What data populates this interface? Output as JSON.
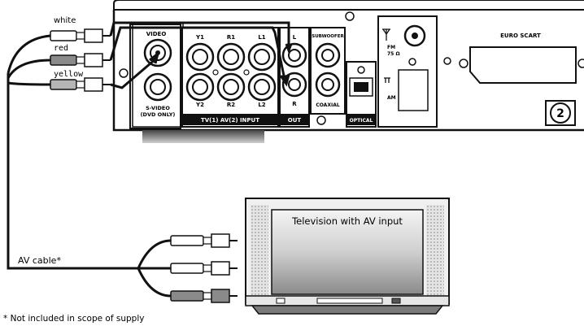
{
  "cables": {
    "white": "white",
    "red": "red",
    "yellow": "yellow",
    "av_cable": "AV cable*"
  },
  "footnote": "* Not included in scope of supply",
  "device": {
    "video_label": "VIDEO",
    "svideo_label_1": "S-VIDEO",
    "svideo_label_2": "(DVD ONLY)",
    "y1": "Y1",
    "r1": "R1",
    "l1": "L1",
    "y2": "Y2",
    "r2": "R2",
    "l2": "L2",
    "tv_av_input": "TV(1)  AV(2)  INPUT",
    "out_l": "L",
    "out_r": "R",
    "out": "OUT",
    "subwoofer": "SUBWOOFER",
    "coaxial": "COAXIAL",
    "optical": "OPTICAL",
    "fm_1": "FM",
    "fm_2": "75 Ω",
    "am": "AM",
    "euro_scart": "EURO SCART",
    "region": "2"
  },
  "tv": {
    "screen_label": "Television with AV input"
  },
  "colors": {
    "line": "#111111",
    "panel_shade": "#dcdcdc",
    "screen_top": "#f2f2f2",
    "screen_bottom": "#8a8a8a",
    "red_plug": "#8a8a8a",
    "yellow_plug": "#b5b5b5"
  }
}
